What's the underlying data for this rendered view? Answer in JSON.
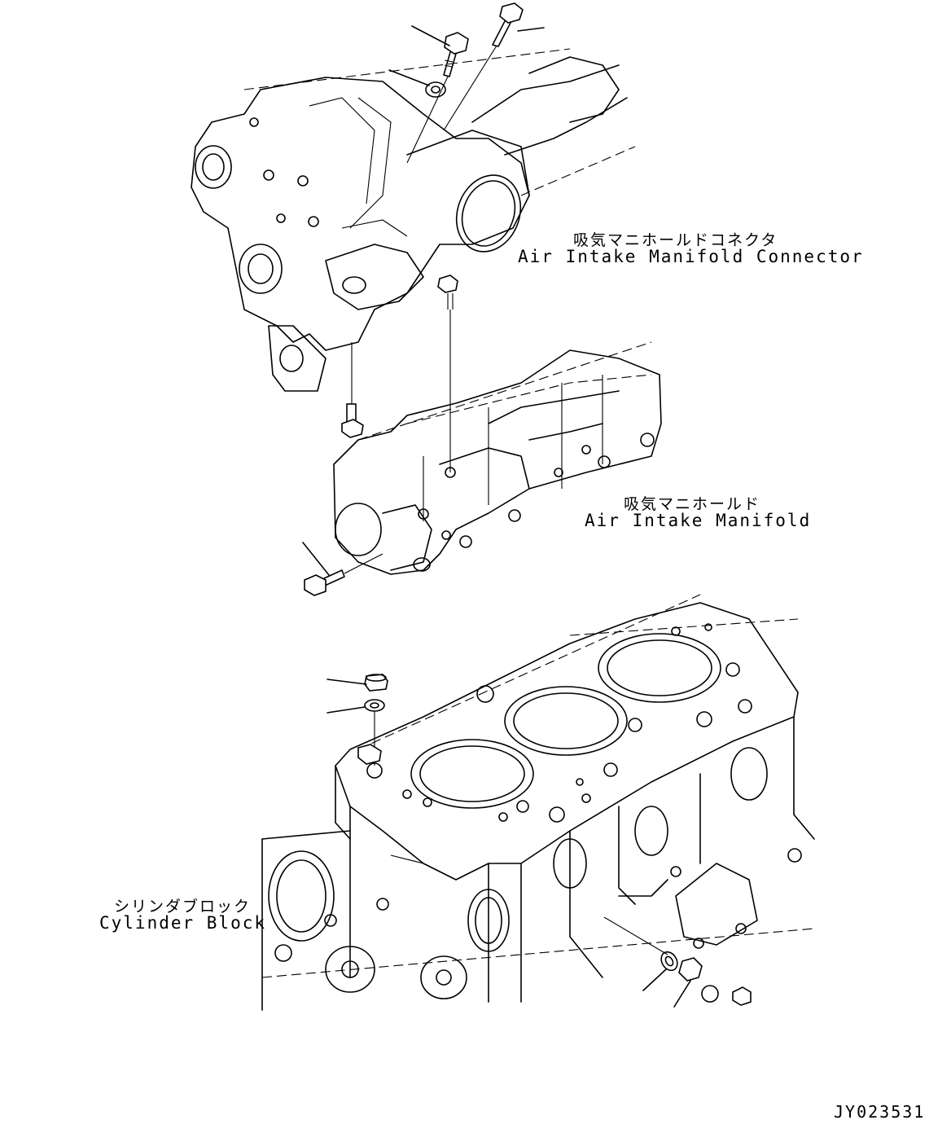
{
  "labels": {
    "connector_jp": "吸気マニホールドコネクタ",
    "connector_en": "Air Intake Manifold Connector",
    "manifold_jp": "吸気マニホールド",
    "manifold_en": "Air Intake Manifold",
    "block_jp": "シリンダブロック",
    "block_en": "Cylinder Block",
    "figure_code": "JY023531"
  },
  "icons": [
    "bolt-icon",
    "washer-icon",
    "plug-icon"
  ]
}
